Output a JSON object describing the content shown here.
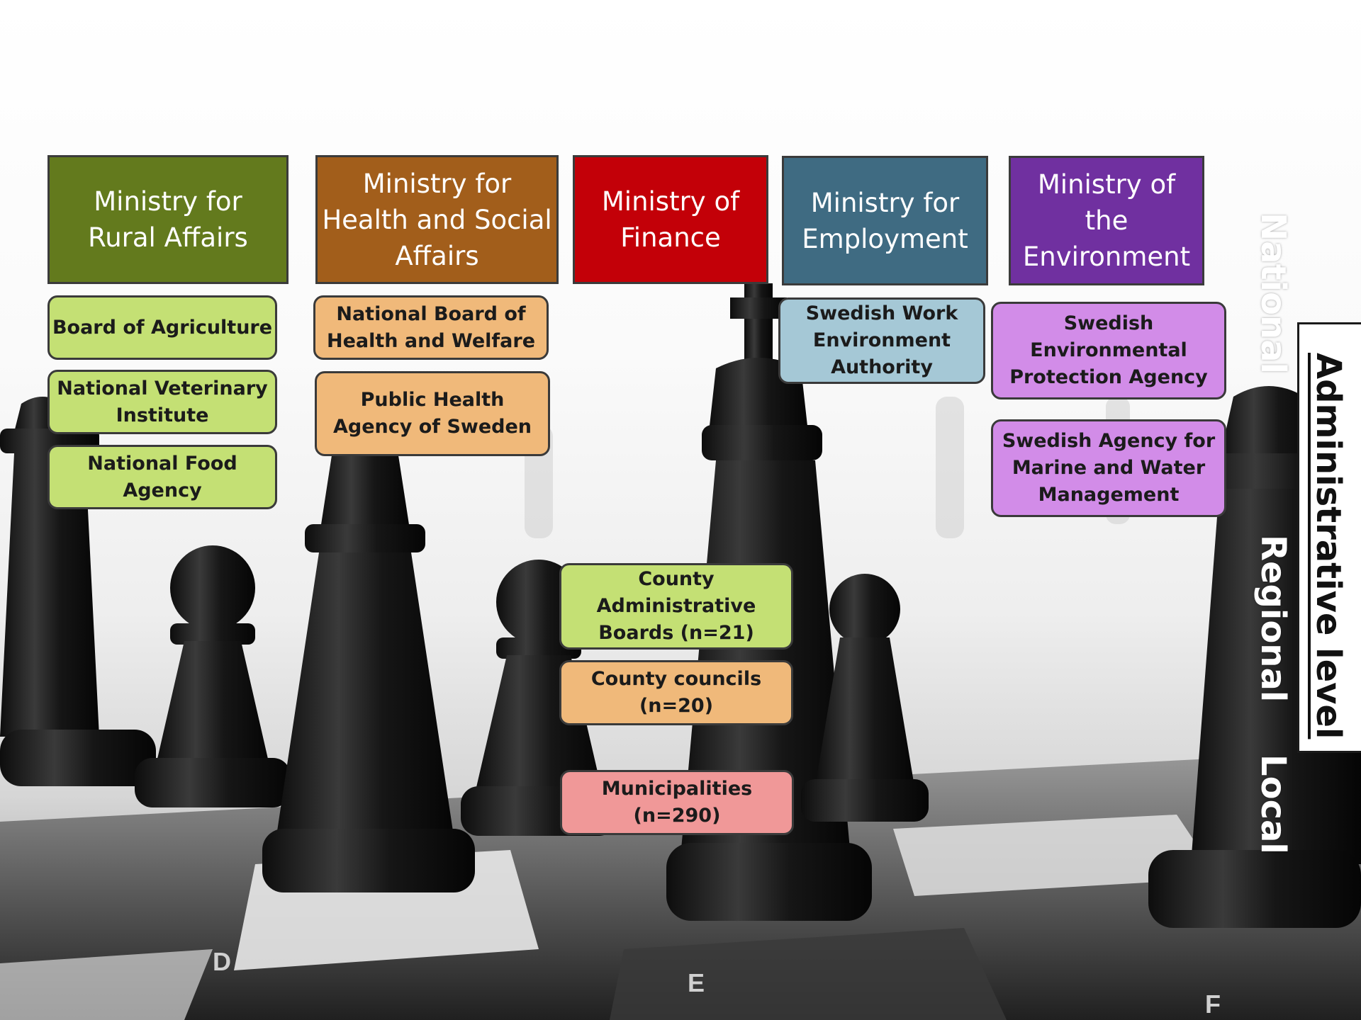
{
  "ministries": [
    {
      "label": "Ministry for\nRural Affairs",
      "color": "#637a1d"
    },
    {
      "label": "Ministry for\nHealth and Social\nAffairs",
      "color": "#a25e1b"
    },
    {
      "label": "Ministry of\nFinance",
      "color": "#c30008"
    },
    {
      "label": "Ministry for\nEmployment",
      "color": "#3f6b82"
    },
    {
      "label": "Ministry of\nthe\nEnvironment",
      "color": "#7030a0"
    }
  ],
  "agencies": {
    "rural": [
      "Board of Agriculture",
      "National Veterinary\nInstitute",
      "National Food\nAgency"
    ],
    "health": [
      "National Board of\nHealth and Welfare",
      "Public Health\nAgency of Sweden"
    ],
    "employment": [
      "Swedish Work\nEnvironment\nAuthority"
    ],
    "environment": [
      "Swedish\nEnvironmental\nProtection Agency",
      "Swedish Agency for\nMarine and Water\nManagement"
    ]
  },
  "regional": [
    "County\nAdministrative\nBoards (n=21)",
    "County councils\n(n=20)"
  ],
  "local": [
    "Municipalities\n(n=290)"
  ],
  "levels": {
    "national": "National",
    "regional": "Regional",
    "local": "Local",
    "axis_title": "Administrative level"
  },
  "colors": {
    "rural_agency": "#c4e074",
    "health_agency": "#f0b97a",
    "employment_agency": "#a5c8d6",
    "environment_agency": "#d28ce8",
    "county_board": "#c4e074",
    "county_council": "#f0b97a",
    "municipality": "#f09898"
  }
}
